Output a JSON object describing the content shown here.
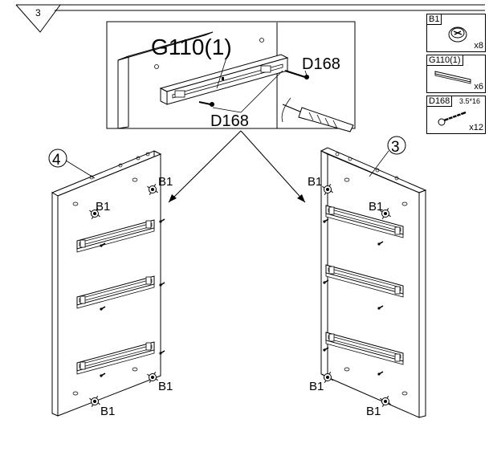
{
  "step_number": "3",
  "detail": {
    "fitting_label": "G110(1)",
    "screw_label_right": "D168",
    "screw_label_bottom": "D168"
  },
  "panels": {
    "left": {
      "number": "4",
      "cam_labels": [
        "B1",
        "B1",
        "B1",
        "B1"
      ]
    },
    "right": {
      "number": "3",
      "cam_labels": [
        "B1",
        "B1",
        "B1",
        "B1"
      ]
    }
  },
  "parts": [
    {
      "code": "B1",
      "quantity": "x8",
      "icon": "cam-lock-icon"
    },
    {
      "code": "G110(1)",
      "quantity": "x6",
      "icon": "drawer-runner-icon"
    },
    {
      "code": "D168",
      "size": "3.5*16",
      "quantity": "x12",
      "icon": "screw-icon"
    }
  ]
}
